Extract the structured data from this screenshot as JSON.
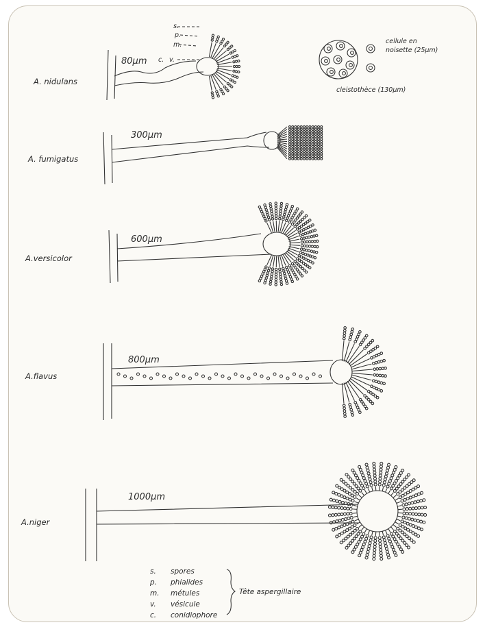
{
  "species": [
    {
      "name": "A. nidulans",
      "size": "80µm"
    },
    {
      "name": "A. fumigatus",
      "size": "300µm"
    },
    {
      "name": "A.versicolor",
      "size": "600µm"
    },
    {
      "name": "A.flavus",
      "size": "800µm"
    },
    {
      "name": "A.niger",
      "size": "1000µm"
    }
  ],
  "nidulans_callouts": [
    "s.",
    "p.",
    "m.",
    "c.",
    "v."
  ],
  "hulle_cell": {
    "line1": "cellule en",
    "line2": "noisette (25µm)"
  },
  "cleistothecium": "cleistothèce (130µm)",
  "legend": {
    "items": [
      {
        "abbr": "s.",
        "desc": "spores"
      },
      {
        "abbr": "p.",
        "desc": "phialides"
      },
      {
        "abbr": "m.",
        "desc": "métules"
      },
      {
        "abbr": "v.",
        "desc": "vésicule"
      },
      {
        "abbr": "c.",
        "desc": "conidiophore"
      }
    ],
    "group": "Tête aspergillaire"
  }
}
